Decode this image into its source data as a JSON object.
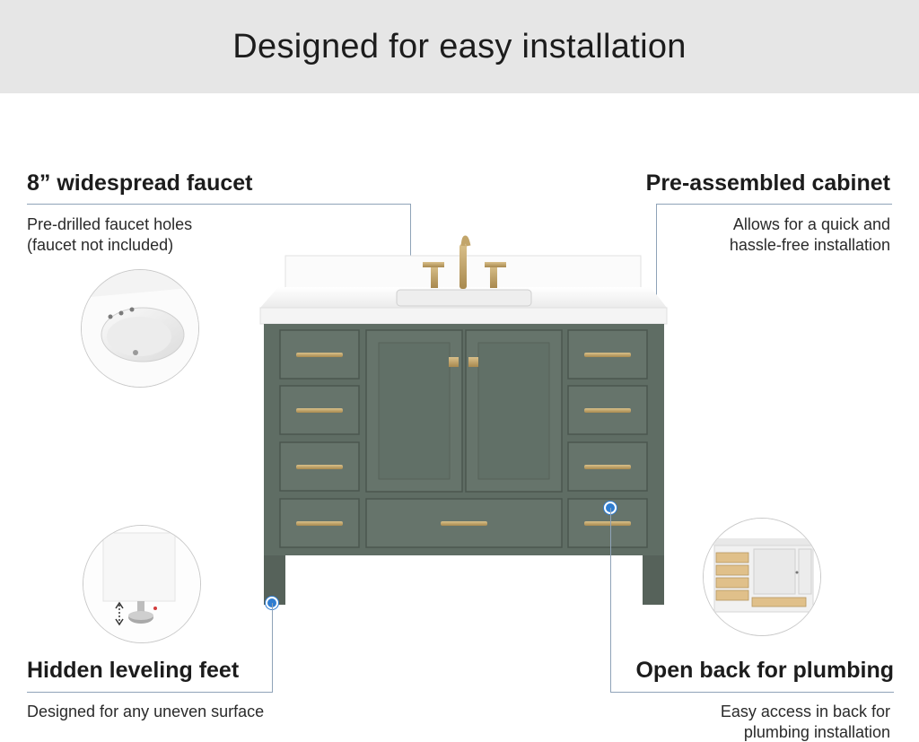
{
  "header": {
    "title": "Designed for easy installation"
  },
  "features": {
    "faucet": {
      "title": "8” widespread faucet",
      "line1": "Pre-drilled faucet holes",
      "line2": "(faucet not included)",
      "icon": "sink-basin-icon"
    },
    "cabinet": {
      "title": "Pre-assembled cabinet",
      "line1": "Allows for  a quick and",
      "line2": "hassle-free installation"
    },
    "feet": {
      "title": "Hidden leveling feet",
      "line1": "Designed for any uneven surface",
      "icon": "leveling-foot-icon"
    },
    "back": {
      "title": "Open back for plumbing",
      "line1": "Easy access in back for",
      "line2": "plumbing installation",
      "icon": "open-back-cabinet-icon"
    }
  },
  "colors": {
    "cabinet": "#5f6d64",
    "hardware": "#c2a56a",
    "accent_dot": "#2f7dd1",
    "banner": "#e6e6e6"
  }
}
